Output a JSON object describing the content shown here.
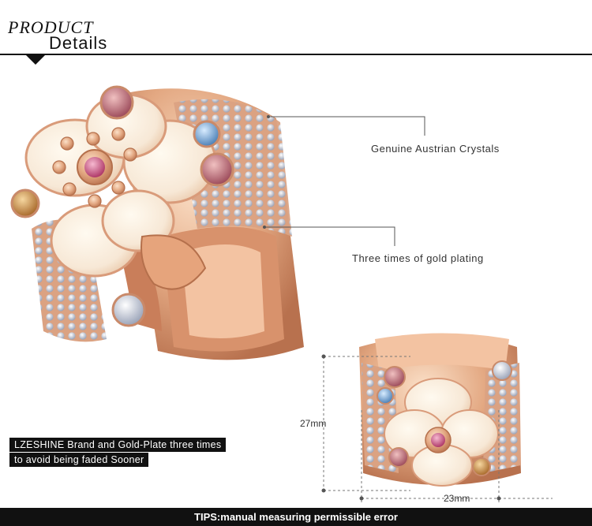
{
  "header": {
    "title_product": "PRODUCT",
    "title_details": "Details"
  },
  "callouts": {
    "crystals": "Genuine Austrian Crystals",
    "plating": "Three times of gold plating"
  },
  "dimensions": {
    "height": "27mm",
    "width": "23mm"
  },
  "banner": {
    "line1": "LZESHINE Brand and Gold-Plate three times",
    "line2": "to avoid being faded Sooner"
  },
  "tips": "TIPS:manual measuring permissible error",
  "colors": {
    "gold": "#e3a882",
    "enamel": "#f7e8d6",
    "dark": "#111111"
  }
}
